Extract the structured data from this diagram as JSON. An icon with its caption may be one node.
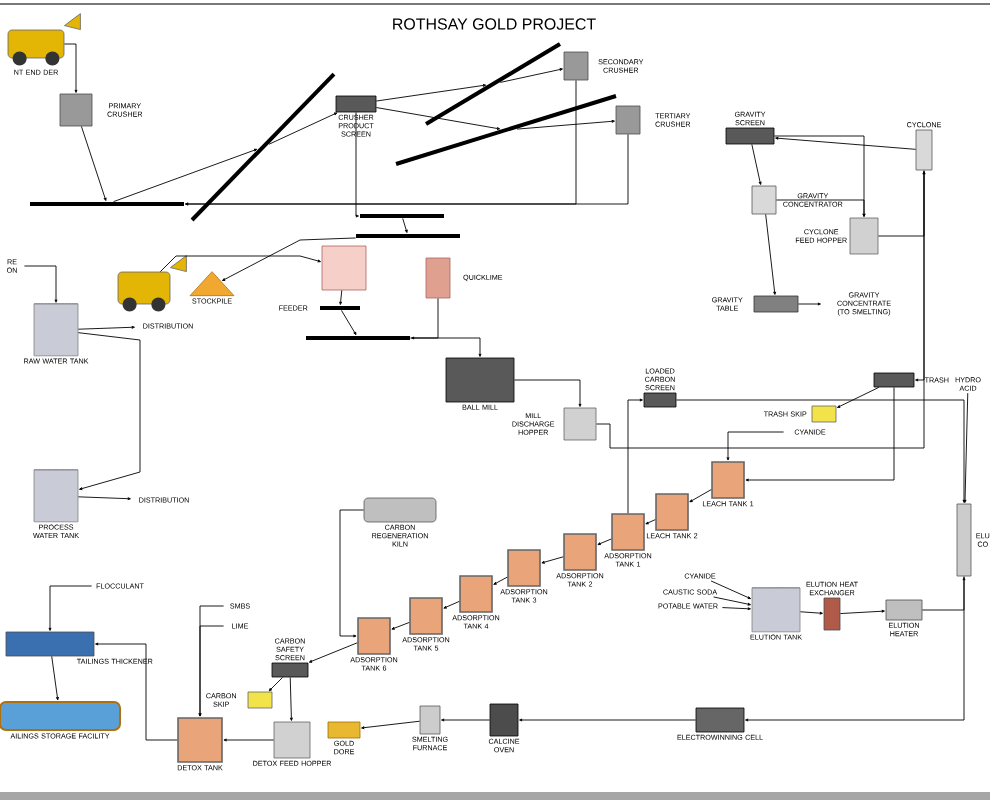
{
  "diagram": {
    "title": "ROTHSAY GOLD PROJECT",
    "nodes": [
      {
        "text": [
          "NT END DER"
        ]
      },
      {
        "text": [
          "PRIMARY CRUSHER"
        ]
      },
      {
        "text": [],
        "shape": "bar"
      },
      {
        "text": [],
        "shape": "bar"
      },
      {
        "text": [
          "CRUSHER PRODUCT SCREEN"
        ]
      },
      {
        "text": [
          "SECONDARY CRUSHER"
        ]
      },
      {
        "text": [
          "TERTIARY CRUSHER"
        ]
      },
      {
        "text": [],
        "shape": "bar"
      },
      {
        "text": [],
        "shape": "bar"
      },
      {
        "text": [],
        "shape": "bar"
      },
      {
        "text": [],
        "shape": "bar"
      },
      {
        "text": [
          "STOCKPILE"
        ]
      },
      {
        "text": [],
        "shape": "picture"
      },
      {
        "text": [],
        "shape": "box"
      },
      {
        "text": [
          "FEEDER"
        ]
      },
      {
        "text": [
          "QUICKLIME"
        ]
      },
      {
        "text": [],
        "shape": "bar"
      },
      {
        "text": [
          "BALL MILL"
        ]
      },
      {
        "text": [
          "MILL DISCHARGE HOPPER"
        ]
      },
      {
        "text": [
          "GRAVITY SCREEN"
        ]
      },
      {
        "text": [
          "GRAVITY CONCENTRATOR"
        ]
      },
      {
        "text": [
          "CYCLONE FEED HOPPER"
        ]
      },
      {
        "text": [
          "CYCLONE"
        ]
      },
      {
        "text": [
          "GRAVITY TABLE"
        ]
      },
      {
        "text": [
          "GRAVITY CONCENTRATE (TO SMELTING)"
        ]
      },
      {
        "text": [
          "LOADED CARBON SCREEN"
        ]
      },
      {
        "text": [
          "TRASH"
        ]
      },
      {
        "text": [
          "TRASH SKIP"
        ]
      },
      {
        "text": [
          "CYANIDE"
        ]
      },
      {
        "text": [
          "LEACH TANK 1"
        ]
      },
      {
        "text": [
          "LEACH TANK 2"
        ]
      },
      {
        "text": [
          "ADSORPTION TANK 1"
        ]
      },
      {
        "text": [
          "ADSORPTION TANK 2"
        ]
      },
      {
        "text": [
          "ADSORPTION TANK 3"
        ]
      },
      {
        "text": [
          "ADSORPTION TANK 4"
        ]
      },
      {
        "text": [
          "ADSORPTION TANK 5"
        ]
      },
      {
        "text": [
          "ADSORPTION TANK 6"
        ]
      },
      {
        "text": [
          "CARBON REGENERATION KILN"
        ]
      },
      {
        "text": [
          "CARBON SAFETY SCREEN"
        ]
      },
      {
        "text": [
          "CARBON SKIP"
        ]
      },
      {
        "text": [
          "DETOX TANK"
        ]
      },
      {
        "text": [
          "SMBS"
        ]
      },
      {
        "text": [
          "LIME"
        ]
      },
      {
        "text": [
          "DETOX FEED HOPPER"
        ]
      },
      {
        "text": [
          "GOLD DORE"
        ]
      },
      {
        "text": [
          "SMELTING FURNACE"
        ]
      },
      {
        "text": [
          "CALCINE OVEN"
        ]
      },
      {
        "text": [
          "ELECTROWINNING CELL"
        ]
      },
      {
        "text": [
          "ELUTION TANK"
        ]
      },
      {
        "text": [
          "CYANIDE"
        ]
      },
      {
        "text": [
          "CAUSTIC SODA"
        ]
      },
      {
        "text": [
          "POTABLE WATER"
        ]
      },
      {
        "text": [
          "ELUTION HEAT EXCHANGER"
        ]
      },
      {
        "text": [
          "ELUTION HEATER"
        ]
      },
      {
        "text": [
          "ELU CO"
        ]
      },
      {
        "text": [
          "HYDRO ACID"
        ]
      },
      {
        "text": [
          "RAW WATER TANK"
        ]
      },
      {
        "text": [
          "PROCESS WATER TANK"
        ]
      },
      {
        "text": [
          "DISTRIBUTION"
        ]
      },
      {
        "text": [
          "DISTRIBUTION"
        ]
      },
      {
        "text": [
          "RE ON"
        ]
      },
      {
        "text": [
          "FLOCCULANT"
        ]
      },
      {
        "text": [
          "TAILINGS THICKENER"
        ]
      },
      {
        "text": [
          "AILINGS STORAGE FACILITY"
        ]
      }
    ],
    "edges": [
      {
        "from": 0,
        "to": 1,
        "arrow": "to"
      },
      {
        "from": 1,
        "to": 2,
        "arrow": "to"
      },
      {
        "from": 2,
        "to": 3,
        "arrow": "to"
      },
      {
        "from": 3,
        "to": 4,
        "arrow": "to"
      },
      {
        "from": 4,
        "to": 7,
        "arrow": "to"
      },
      {
        "from": 7,
        "to": 5,
        "arrow": "to"
      },
      {
        "from": 5,
        "to": 2,
        "arrow": "to"
      },
      {
        "from": 4,
        "to": 8,
        "arrow": "to"
      },
      {
        "from": 8,
        "to": 6,
        "arrow": "to"
      },
      {
        "from": 6,
        "to": 2,
        "arrow": "to"
      },
      {
        "from": 4,
        "to": 9,
        "arrow": "to"
      },
      {
        "from": 9,
        "to": 10,
        "arrow": "to"
      },
      {
        "from": 10,
        "to": 11,
        "arrow": "to"
      },
      {
        "from": 12,
        "to": 13,
        "arrow": "to"
      },
      {
        "from": 13,
        "to": 14,
        "arrow": "to"
      },
      {
        "from": 14,
        "to": 16,
        "arrow": "to"
      },
      {
        "from": 15,
        "to": 16,
        "arrow": "to"
      },
      {
        "from": 16,
        "to": 17,
        "arrow": "to"
      },
      {
        "from": 17,
        "to": 18,
        "arrow": "to"
      },
      {
        "from": 18,
        "to": 22,
        "arrow": "to"
      },
      {
        "from": 22,
        "to": 19,
        "arrow": "to"
      },
      {
        "from": 19,
        "to": 20,
        "arrow": "to"
      },
      {
        "from": 19,
        "to": 21,
        "arrow": "to"
      },
      {
        "from": 20,
        "to": 21,
        "arrow": "to"
      },
      {
        "from": 20,
        "to": 23,
        "arrow": "to"
      },
      {
        "from": 23,
        "to": 24,
        "arrow": "to"
      },
      {
        "from": 21,
        "to": 22,
        "arrow": "to"
      },
      {
        "from": 22,
        "to": 26,
        "arrow": "to"
      },
      {
        "from": 26,
        "to": 27,
        "arrow": "to"
      },
      {
        "from": 26,
        "to": 29,
        "arrow": "to"
      },
      {
        "from": 28,
        "to": 29,
        "arrow": "to"
      },
      {
        "from": 29,
        "to": 30,
        "arrow": "to"
      },
      {
        "from": 30,
        "to": 31,
        "arrow": "to"
      },
      {
        "from": 31,
        "to": 32,
        "arrow": "to"
      },
      {
        "from": 32,
        "to": 33,
        "arrow": "to"
      },
      {
        "from": 33,
        "to": 34,
        "arrow": "to"
      },
      {
        "from": 34,
        "to": 35,
        "arrow": "to"
      },
      {
        "from": 35,
        "to": 36,
        "arrow": "to"
      },
      {
        "from": 36,
        "to": 38,
        "arrow": "to"
      },
      {
        "from": 38,
        "to": 39,
        "arrow": "to"
      },
      {
        "from": 38,
        "to": 43,
        "arrow": "to"
      },
      {
        "from": 43,
        "to": 40,
        "arrow": "to"
      },
      {
        "from": 41,
        "to": 40,
        "arrow": "to"
      },
      {
        "from": 42,
        "to": 40,
        "arrow": "to"
      },
      {
        "from": 40,
        "to": 62,
        "arrow": "to"
      },
      {
        "from": 61,
        "to": 62,
        "arrow": "to"
      },
      {
        "from": 62,
        "to": 63,
        "arrow": "to"
      },
      {
        "from": 31,
        "to": 25,
        "arrow": "to"
      },
      {
        "from": 25,
        "to": 54,
        "arrow": "to"
      },
      {
        "from": 49,
        "to": 48,
        "arrow": "to"
      },
      {
        "from": 50,
        "to": 48,
        "arrow": "to"
      },
      {
        "from": 51,
        "to": 48,
        "arrow": "to"
      },
      {
        "from": 48,
        "to": 52,
        "arrow": "to"
      },
      {
        "from": 52,
        "to": 53,
        "arrow": "to"
      },
      {
        "from": 53,
        "to": 54,
        "arrow": "to"
      },
      {
        "from": 55,
        "to": 54,
        "arrow": "to"
      },
      {
        "from": 54,
        "to": 47,
        "arrow": "to"
      },
      {
        "from": 47,
        "to": 46,
        "arrow": "to"
      },
      {
        "from": 46,
        "to": 45,
        "arrow": "to"
      },
      {
        "from": 45,
        "to": 44,
        "arrow": "to"
      },
      {
        "from": 37,
        "to": 36,
        "arrow": "to"
      },
      {
        "from": 60,
        "to": 56,
        "arrow": "to"
      },
      {
        "from": 56,
        "to": 58,
        "arrow": "to"
      },
      {
        "from": 56,
        "to": 57,
        "arrow": "to"
      },
      {
        "from": 57,
        "to": 59,
        "arrow": "to"
      }
    ]
  }
}
